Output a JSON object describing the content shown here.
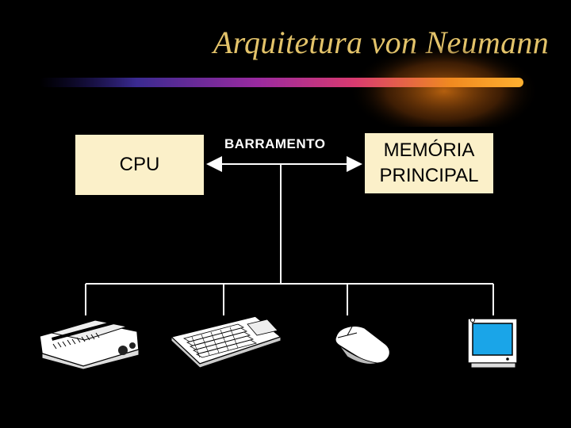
{
  "title": "Arquitetura von Neumann",
  "cpu_label": "CPU",
  "bus_label": "BARRAMENTO",
  "memory": {
    "line1": "MEMÓRIA",
    "line2": "PRINCIPAL"
  },
  "colors": {
    "title": "#e3c36a",
    "box_fill": "#fbf0c9",
    "background": "#000000",
    "lines": "#ffffff"
  },
  "devices": [
    "printer-icon",
    "keyboard-icon",
    "mouse-icon",
    "monitor-icon"
  ]
}
